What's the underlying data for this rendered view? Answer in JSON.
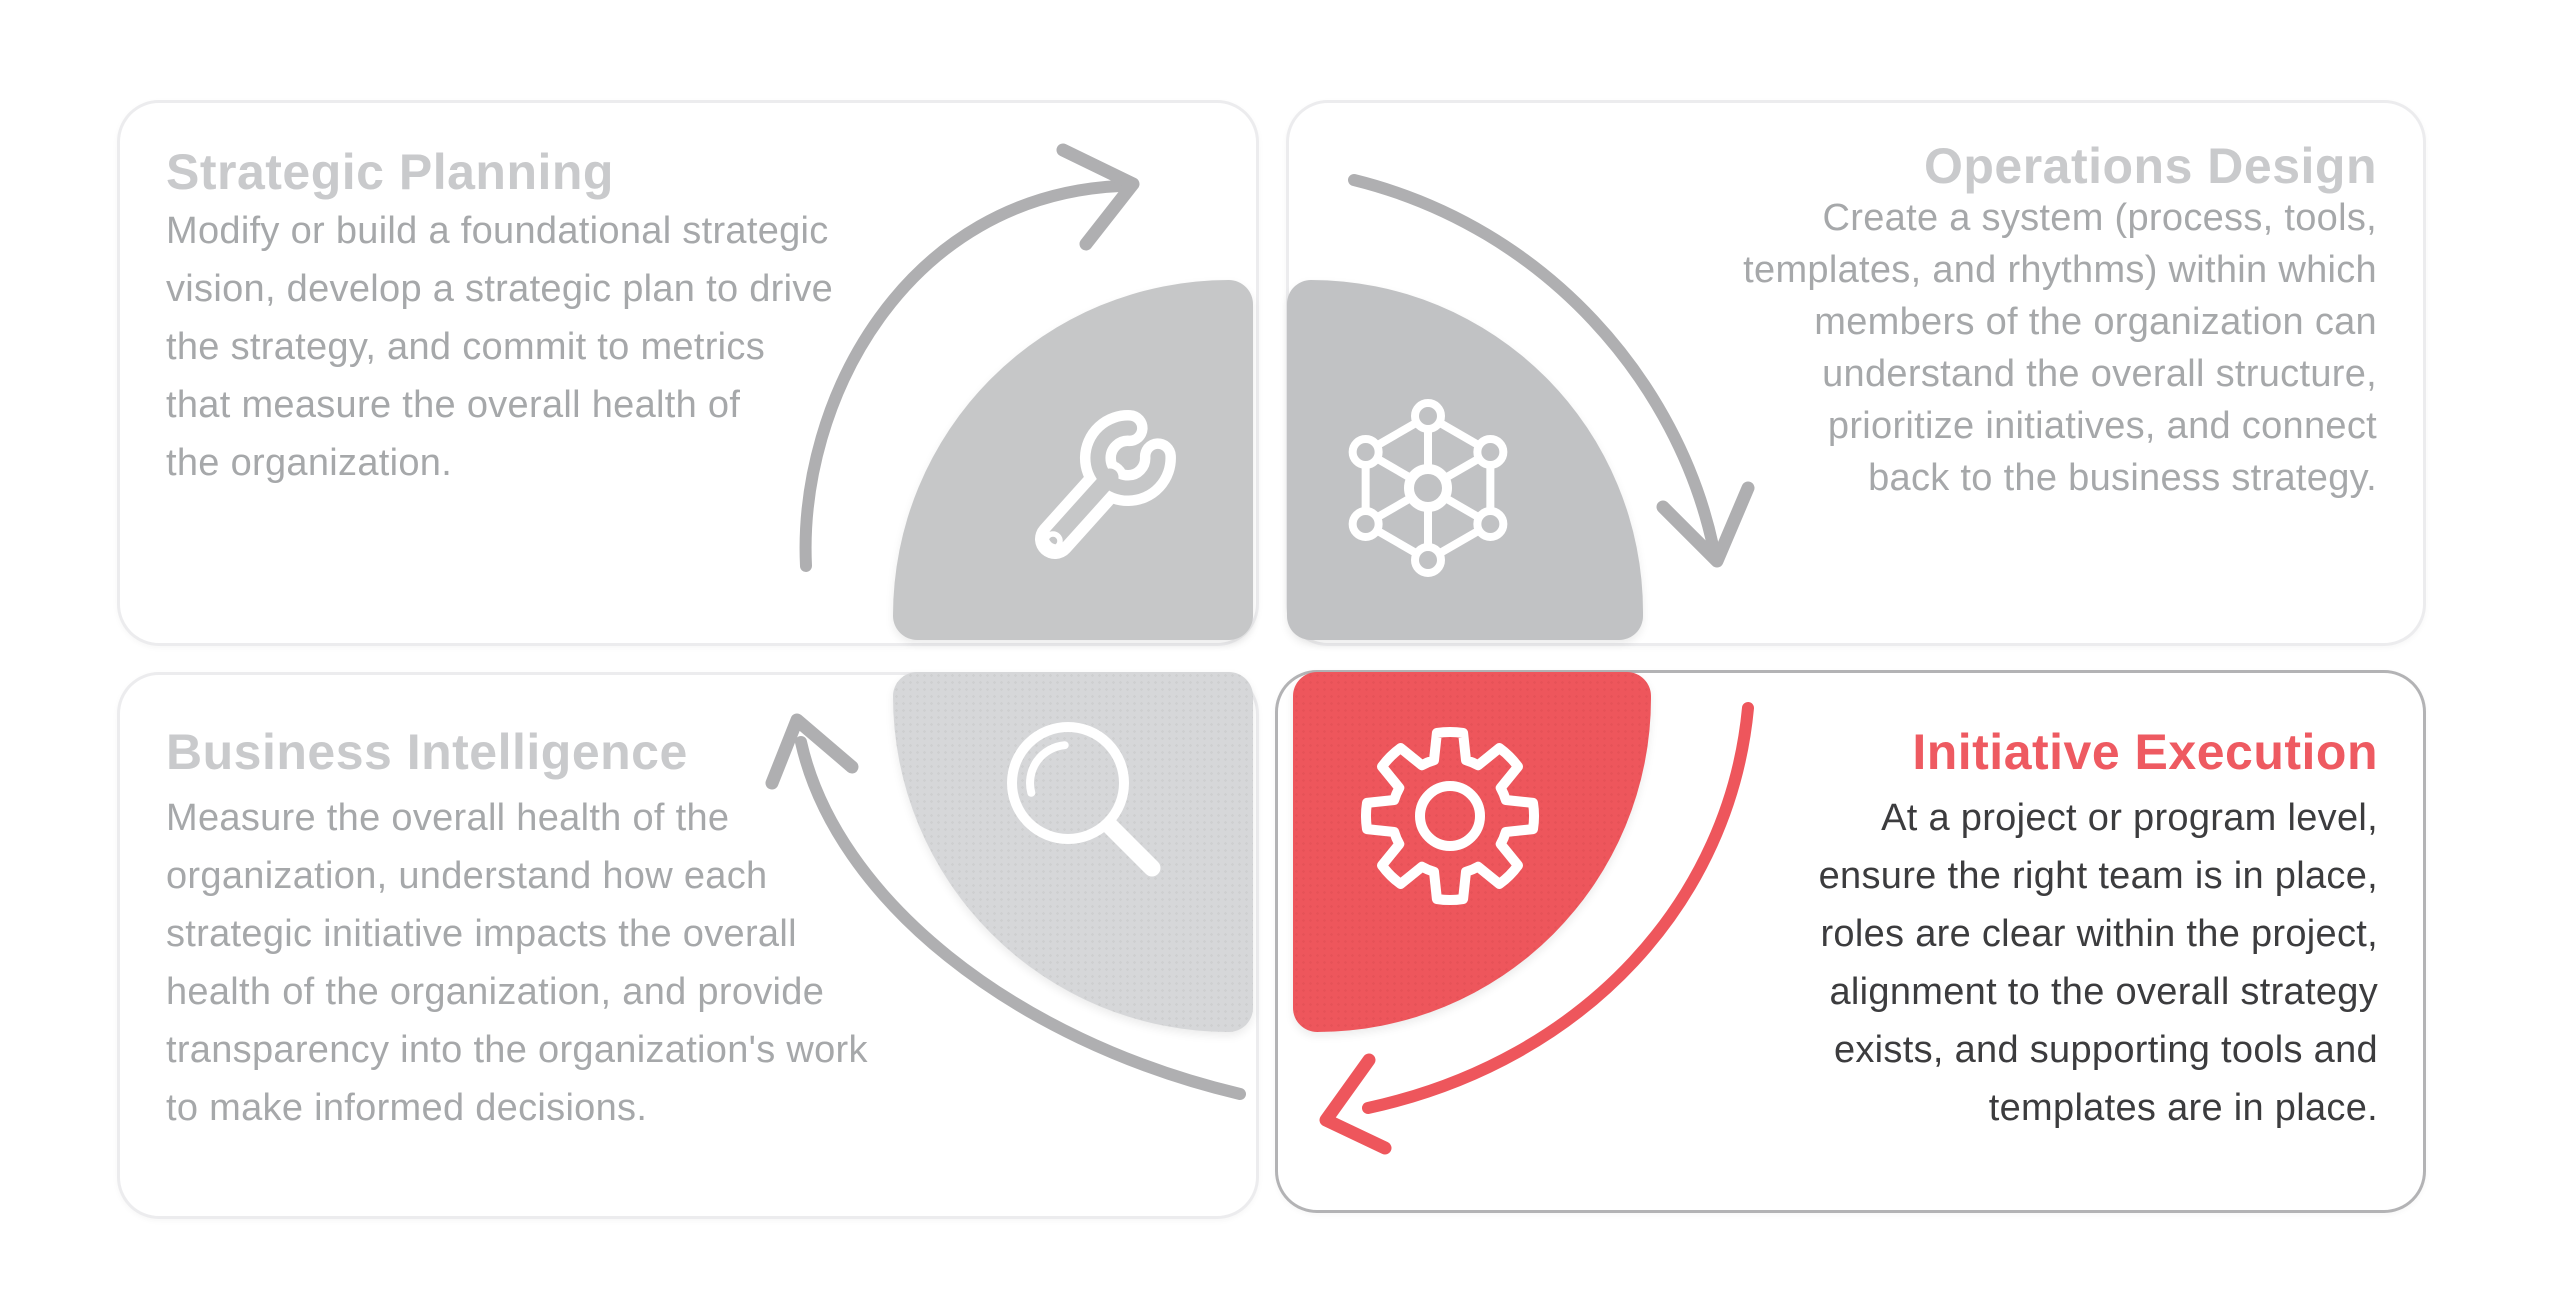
{
  "diagram": {
    "cards": {
      "strategic_planning": {
        "title": "Strategic Planning",
        "body": "Modify or build a foundational strategic\nvision, develop a strategic plan to drive\nthe strategy, and commit to metrics\nthat measure the overall health of\nthe organization."
      },
      "operations_design": {
        "title": "Operations Design",
        "body": "Create a system (process, tools,\ntemplates, and rhythms) within which\nmembers of the organization can\nunderstand the overall structure,\nprioritize initiatives, and connect\nback to the business strategy."
      },
      "business_intelligence": {
        "title": "Business Intelligence",
        "body": "Measure the overall health of the\norganization, understand how each\nstrategic initiative impacts the overall\nhealth of the organization, and provide\ntransparency into the organization's work\nto make informed decisions."
      },
      "initiative_execution": {
        "title": "Initiative Execution",
        "body": "At a project or program level,\nensure the right team is in place,\nroles are clear within the project,\nalignment to the overall strategy\nexists, and supporting tools and\ntemplates are in place."
      }
    },
    "icons": {
      "strategic_planning": "wrench-icon",
      "operations_design": "network-icon",
      "business_intelligence": "magnifier-icon",
      "initiative_execution": "gear-icon"
    },
    "colors": {
      "accent_red": "#EE565C",
      "accent_red_title": "#EE5A61",
      "quarter_gray_top_left": "#C6C7C8",
      "quarter_gray_top_right": "#C1C2C4",
      "quarter_gray_bottom_left": "#D6D7D9",
      "arrow_gray": "#AFAFB1",
      "title_gray": "#C9CACC",
      "body_gray": "#A6A8AA",
      "body_dark": "#3C3C3E",
      "card_border_light": "#ECECEE",
      "card_border_dark": "#B3B3B5"
    }
  }
}
